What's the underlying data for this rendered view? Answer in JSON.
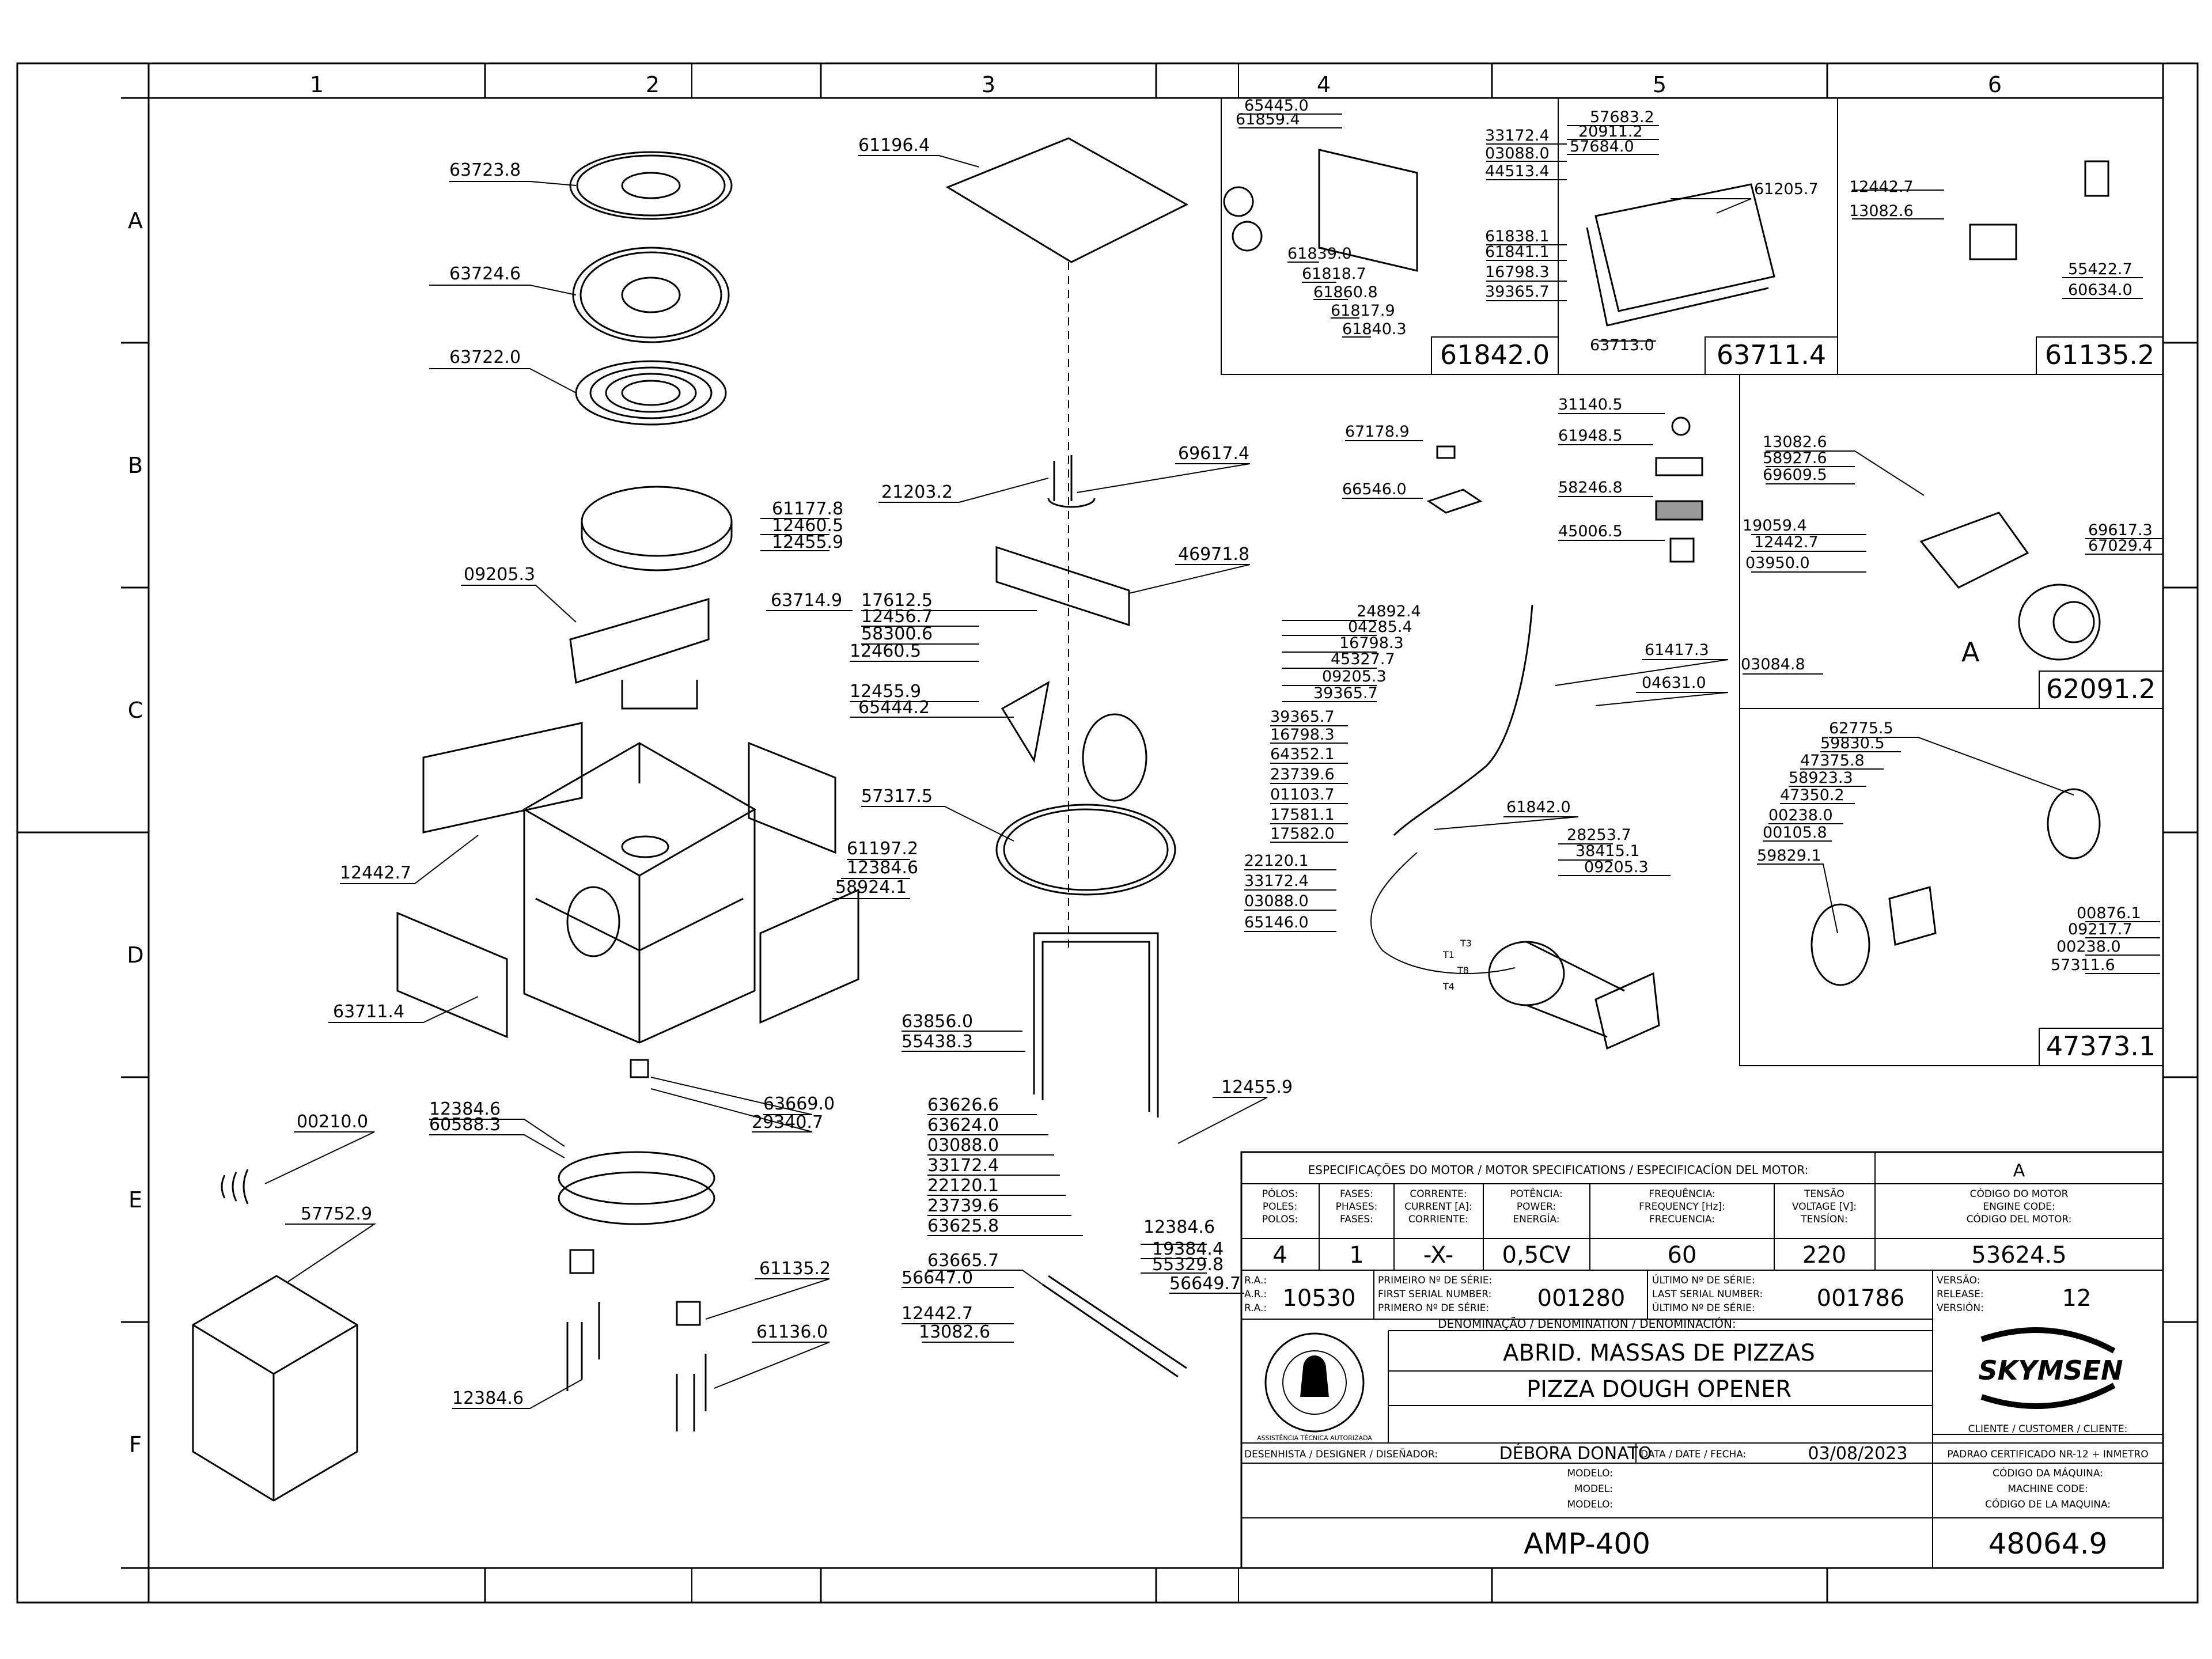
{
  "grid": {
    "columns": [
      "1",
      "2",
      "3",
      "4",
      "5",
      "6"
    ],
    "rows": [
      "A",
      "B",
      "C",
      "D",
      "E",
      "F"
    ]
  },
  "labels": {
    "l63723_8": "63723.8",
    "l63724_6": "63724.6",
    "l63722_0": "63722.0",
    "l61177_8": "61177.8",
    "l12460_5a": "12460.5",
    "l12455_9a": "12455.9",
    "l09205_3a": "09205.3",
    "l63714_9": "63714.9",
    "l12442_7a": "12442.7",
    "l61197_2": "61197.2",
    "l12384_6a": "12384.6",
    "l58924_1": "58924.1",
    "l63711_4a": "63711.4",
    "l63669_0": "63669.0",
    "l29340_7": "29340.7",
    "l12384_6b": "12384.6",
    "l60588_3": "60588.3",
    "l00210_0": "00210.0",
    "l57752_9": "57752.9",
    "l61135_2a": "61135.2",
    "l61136_0": "61136.0",
    "l12384_6c": "12384.6",
    "l61196_4": "61196.4",
    "l21203_2": "21203.2",
    "l69617_4": "69617.4",
    "l46971_8": "46971.8",
    "l17612_5": "17612.5",
    "l12456_7": "12456.7",
    "l58300_6": "58300.6",
    "l12460_5b": "12460.5",
    "l12455_9b": "12455.9",
    "l65444_2": "65444.2",
    "l57317_5": "57317.5",
    "l63856_0": "63856.0",
    "l55438_3": "55438.3",
    "l12455_9c": "12455.9",
    "l63626_6": "63626.6",
    "l63624_0": "63624.0",
    "l03088_0a": "03088.0",
    "l33172_4a": "33172.4",
    "l22120_1a": "22120.1",
    "l23739_6a": "23739.6",
    "l63625_8": "63625.8",
    "l12384_6d": "12384.6",
    "l19384_4": "19384.4",
    "l55329_8": "55329.8",
    "l56649_7": "56649.7",
    "l63665_7": "63665.7",
    "l56647_0": "56647.0",
    "l12442_7b": "12442.7",
    "l13082_6a": "13082.6",
    "l65445_0": "65445.0",
    "l61859_4": "61859.4",
    "l33172_4b": "33172.4",
    "l03088_0b": "03088.0",
    "l44513_4": "44513.4",
    "l61838_1": "61838.1",
    "l61841_1": "61841.1",
    "l16798_3a": "16798.3",
    "l39365_7a": "39365.7",
    "l61839_0": "61839.0",
    "l61818_7": "61818.7",
    "l61860_8": "61860.8",
    "l61817_9": "61817.9",
    "l61840_3": "61840.3",
    "l57683_2": "57683.2",
    "l20911_2": "20911.2",
    "l57684_0": "57684.0",
    "l61205_7": "61205.7",
    "l63713_0": "63713.0",
    "l12442_7c": "12442.7",
    "l13082_6b": "13082.6",
    "l55422_7": "55422.7",
    "l60634_0": "60634.0",
    "l67178_9": "67178.9",
    "l66546_0": "66546.0",
    "l31140_5": "31140.5",
    "l61948_5": "61948.5",
    "l58246_8": "58246.8",
    "l45006_5": "45006.5",
    "l24892_4": "24892.4",
    "l04285_4": "04285.4",
    "l16798_3b": "16798.3",
    "l45327_7": "45327.7",
    "l09205_3b": "09205.3",
    "l39365_7b": "39365.7",
    "l39365_7c": "39365.7",
    "l16798_3c": "16798.3",
    "l64352_1": "64352.1",
    "l23739_6b": "23739.6",
    "l01103_7": "01103.7",
    "l17581_1": "17581.1",
    "l17582_0": "17582.0",
    "l22120_1b": "22120.1",
    "l33172_4c": "33172.4",
    "l03088_0c": "03088.0",
    "l65146_0": "65146.0",
    "l61417_3": "61417.3",
    "l04631_0": "04631.0",
    "l61842_0b": "61842.0",
    "l28253_7": "28253.7",
    "l38415_1": "38415.1",
    "l09205_3c": "09205.3",
    "l13082_6c": "13082.6",
    "l58927_6": "58927.6",
    "l69609_5": "69609.5",
    "l19059_4": "19059.4",
    "l12442_7d": "12442.7",
    "l03950_0": "03950.0",
    "l03084_8": "03084.8",
    "l69617_3": "69617.3",
    "l67029_4": "67029.4",
    "l_A": "A",
    "l62775_5": "62775.5",
    "l59830_5": "59830.5",
    "l47375_8": "47375.8",
    "l58923_3": "58923.3",
    "l47350_2": "47350.2",
    "l00238_0a": "00238.0",
    "l00105_8": "00105.8",
    "l59829_1": "59829.1",
    "l00876_1": "00876.1",
    "l09217_7": "09217.7",
    "l00238_0b": "00238.0",
    "l57311_6": "57311.6"
  },
  "detail_boxes": {
    "b1": "61842.0",
    "b2": "63711.4",
    "b3": "61135.2",
    "b4": "62091.2",
    "b5": "47373.1"
  },
  "motor_leads": [
    "T3",
    "T1",
    "T8",
    "T4"
  ],
  "title_block": {
    "motor_header": "ESPECIFICAÇÕES DO MOTOR / MOTOR SPECIFICATIONS / ESPECIFICACÍON DEL MOTOR:",
    "version_letter": "A",
    "cols": [
      {
        "l1": "PÓLOS:",
        "l2": "POLES:",
        "l3": "POLOS:",
        "value": "4"
      },
      {
        "l1": "FASES:",
        "l2": "PHASES:",
        "l3": "FASES:",
        "value": "1"
      },
      {
        "l1": "CORRENTE:",
        "l2": "CURRENT [A]:",
        "l3": "CORRIENTE:",
        "value": "-X-"
      },
      {
        "l1": "POTÊNCIA:",
        "l2": "POWER:",
        "l3": "ENERGÍA:",
        "value": "0,5CV"
      },
      {
        "l1": "FREQUÊNCIA:",
        "l2": "FREQUENCY [Hz]:",
        "l3": "FRECUENCIA:",
        "value": "60"
      },
      {
        "l1": "TENSÃO",
        "l2": "VOLTAGE [V]:",
        "l3": "TENSÍON:",
        "value": "220"
      }
    ],
    "engine_code_l1": "CÓDIGO DO MOTOR",
    "engine_code_l2": "ENGINE CODE:",
    "engine_code_l3": "CÓDIGO DEL MOTOR:",
    "engine_code": "53624.5",
    "ra_l1": "R.A.:",
    "ra_l2": "A.R.:",
    "ra_l3": "R.A.:",
    "ra_value": "10530",
    "first_serial_l1": "PRIMEIRO Nº DE SÉRIE:",
    "first_serial_l2": "FIRST SERIAL NUMBER:",
    "first_serial_l3": "PRIMERO Nº DE SÉRIE:",
    "first_serial": "001280",
    "last_serial_l1": "ÚLTIMO Nº DE SÉRIE:",
    "last_serial_l2": "LAST SERIAL NUMBER:",
    "last_serial_l3": "ÚLTIMO Nº DE SÉRIE:",
    "last_serial": "001786",
    "version_l1": "VERSÃO:",
    "version_l2": "RELEASE:",
    "version_l3": "VERSIÓN:",
    "version_value": "12",
    "denomination_label": "DENOMINAÇÃO / DENOMINATION / DENOMINACIÓN:",
    "name_pt": "ABRID. MASSAS DE PIZZAS",
    "name_en": "PIZZA DOUGH OPENER",
    "seal_text": "ASSISTÊNCIA TÉCNICA AUTORIZADA",
    "brand": "SKYMSEN",
    "client_label": "CLIENTE / CUSTOMER / CLIENTE:",
    "client_value": "PADRAO CERTIFICADO NR-12 + INMETRO",
    "designer_label": "DESENHISTA / DESIGNER / DISEÑADOR:",
    "designer": "DÉBORA DONATO",
    "date_label": "DATA / DATE / FECHA:",
    "date": "03/08/2023",
    "model_l1": "MODELO:",
    "model_l2": "MODEL:",
    "model_l3": "MODELO:",
    "model": "AMP-400",
    "machine_code_l1": "CÓDIGO DA MÁQUINA:",
    "machine_code_l2": "MACHINE CODE:",
    "machine_code_l3": "CÓDIGO DE LA MAQUINA:",
    "machine_code": "48064.9"
  }
}
